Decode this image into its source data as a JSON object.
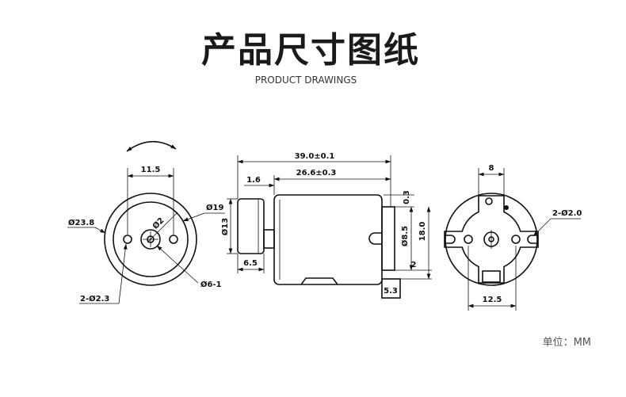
{
  "header": {
    "title": "产品尺寸图纸",
    "subtitle": "PRODUCT DRAWINGS"
  },
  "front_view": {
    "width_label": "11.5",
    "outer_dia_label": "Ø23.8",
    "inner_dia_label": "Ø19",
    "shaft_dia_label": "Ø2",
    "hole_label": "2-Ø2.3",
    "boss_label": "Ø6-1"
  },
  "side_view": {
    "overall_length_label": "39.0±0.1",
    "body_length_label": "26.6±0.3",
    "flange_offset_label": "1.6",
    "flange_dia_label": "Ø13",
    "flange_length_label": "6.5",
    "gap_label": "0.3",
    "end_dia_label": "Ø8.5",
    "height_label": "18.0",
    "terminal_offset_label": "2",
    "terminal_label": "5.3"
  },
  "rear_view": {
    "top_width_label": "8",
    "hole_label": "2-Ø2.0",
    "hole_spacing_label": "12.5"
  },
  "footer": {
    "unit_label": "单位：MM"
  },
  "colors": {
    "line": "#111111",
    "text": "#111111",
    "footer_text": "#555555"
  }
}
